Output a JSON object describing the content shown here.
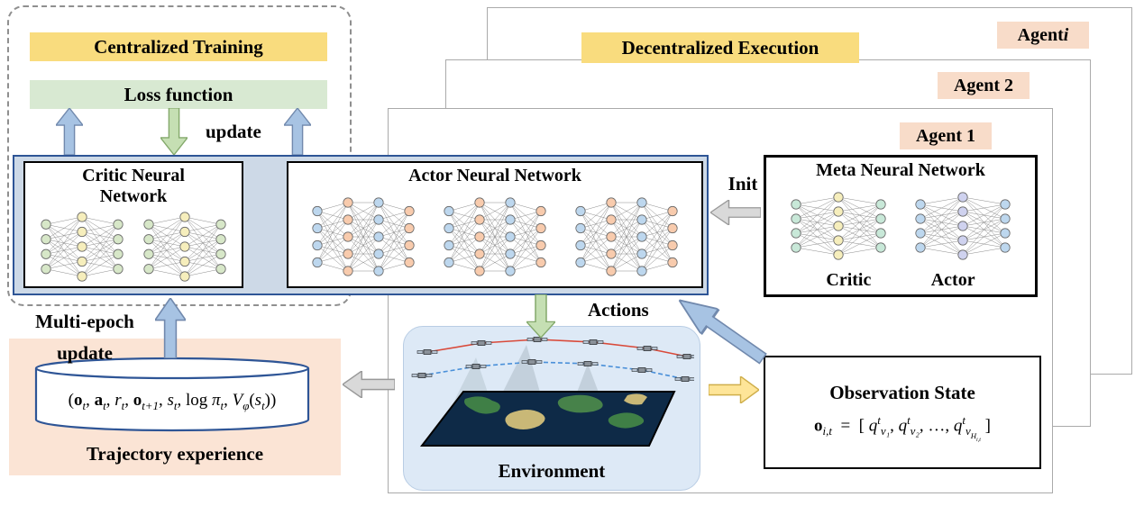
{
  "palette": {
    "yellow_box": "#f9dc7e",
    "green_box": "#d8e9d2",
    "salmon_box": "#f8dcc9",
    "salmon_panel": "#fbe4d5",
    "container_fill": "#cdd9e7",
    "container_border": "#2e5596",
    "env_fill": "#dde9f6",
    "env_border": "#b9cde4",
    "arrow_blue": "#a7c3e3",
    "arrow_blue_border": "#7189ad",
    "arrow_green": "#c5dfb3",
    "arrow_green_border": "#84a96b",
    "arrow_grey": "#d9d9d9",
    "arrow_grey_border": "#999999",
    "arrow_yellow": "#fee598",
    "arrow_yellow_border": "#cfae4a",
    "nn_green": "#d7e7c8",
    "nn_yellow": "#f6eebc",
    "nn_blue": "#bdd7ee",
    "nn_orange": "#f8cbad",
    "nn_teal": "#c8e8d8",
    "nn_lavender": "#cfd2ef"
  },
  "figure": {
    "centralized": {
      "title": "Centralized Training",
      "loss_label": "Loss function",
      "update_label": "update",
      "critic_box_title": "Critic Neural Network",
      "actor_box_title": "Actor Neural Network",
      "multi_epoch_line1": "Multi-epoch",
      "multi_epoch_line2": "update",
      "trajectory_label": "Trajectory experience",
      "trajectory_formula": "(<b>o</b><sub>t</sub>, <b>a</b><sub>t</sub>, <i>r</i><sub>t</sub>, <b>o</b><sub>t+1</sub>, <i>s</i><sub>t</sub>, log <i>π</i><sub>t</sub>, <i>V</i><sub>φ</sub>(<i>s</i><sub>t</sub>))"
    },
    "decentralized": {
      "title": "Decentralized Execution",
      "agents": {
        "agent1": "Agent 1",
        "agent2": "Agent 2",
        "agent_i": "Agent <i>i</i>"
      },
      "meta_title": "Meta Neural Network",
      "meta_critic_label": "Critic",
      "meta_actor_label": "Actor",
      "init_label": "Init",
      "actions_label": "Actions",
      "environment_label": "Environment",
      "observation_title": "Observation State",
      "observation_formula": "<b>o</b><sub>i,t</sub> &nbsp;=&nbsp; [ <i>q</i><sup>t</sup><sub>v₁</sub>, <i>q</i><sup>t</sup><sub>v₂</sub>, …, <i>q</i><sup>t</sup><sub>v<sub>H<sub>i,t</sub></sub></sub> ]"
    }
  }
}
